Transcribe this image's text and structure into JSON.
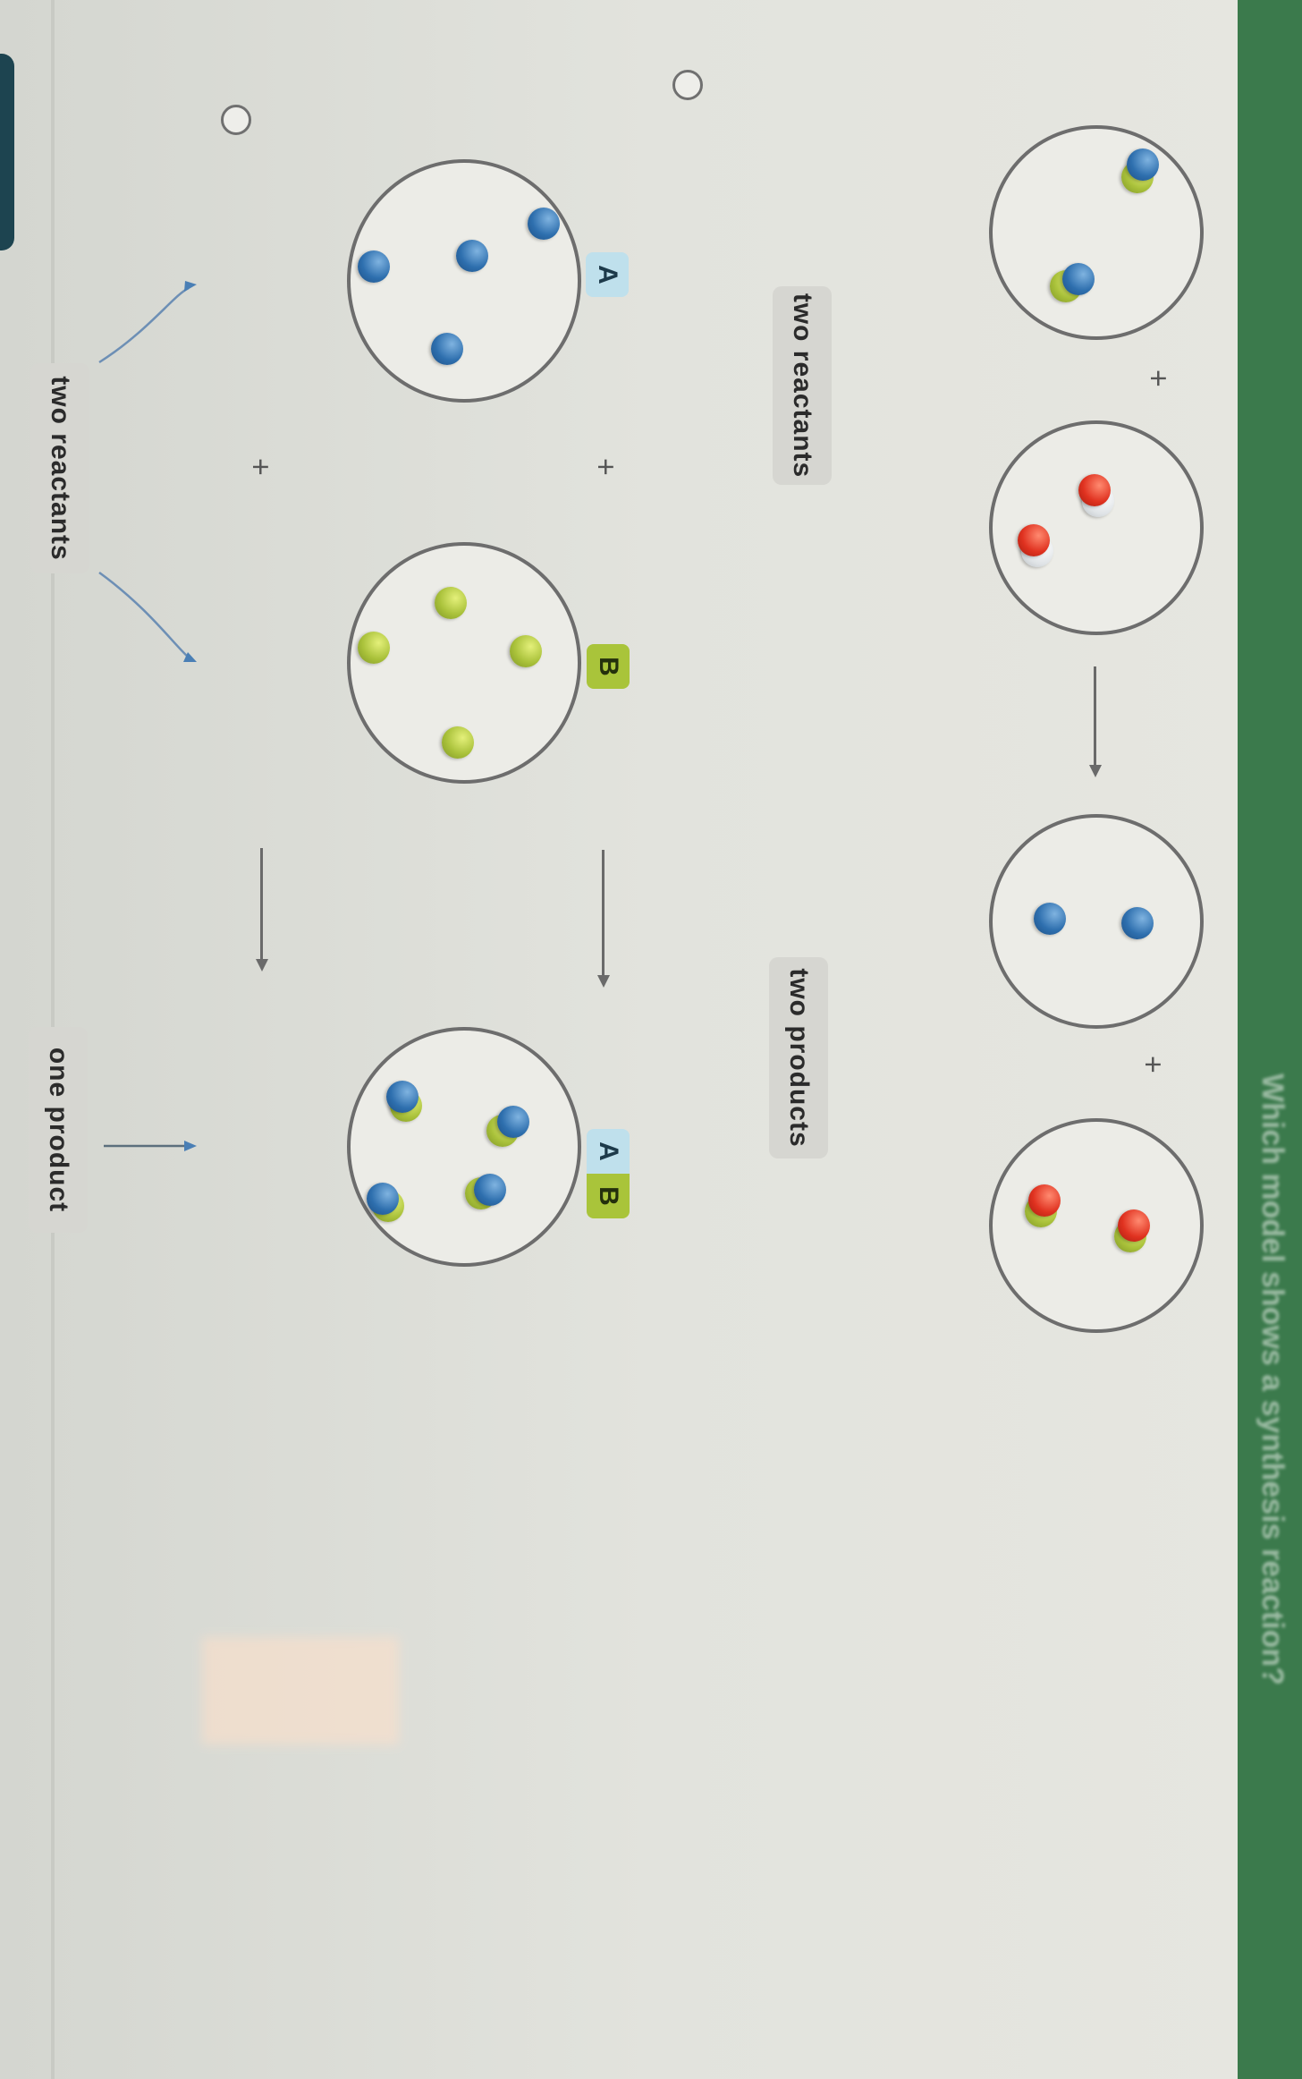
{
  "header": {
    "title": "Which model shows a synthesis reaction?",
    "color": "#3b7a4c"
  },
  "options": [
    {
      "id": "option-1",
      "radio_selected": false,
      "wells": [
        {
          "role": "reactant",
          "contents": "2 × AB molecule (blue + green)"
        },
        {
          "role": "reactant",
          "contents": "2 × red-white molecule"
        },
        {
          "role": "product",
          "contents": "2 × blue atom"
        },
        {
          "role": "product",
          "contents": "2 × red-green molecule"
        }
      ],
      "operators": [
        "+",
        "→",
        "+"
      ]
    },
    {
      "id": "option-2",
      "radio_selected": false,
      "wells": [
        {
          "role": "reactant",
          "contents": "4 × blue atom (A)"
        },
        {
          "role": "reactant",
          "contents": "4 × green atom (B)"
        },
        {
          "role": "product",
          "contents": "4 × AB molecule"
        }
      ],
      "operators": [
        "+",
        "→"
      ]
    }
  ],
  "annotations": {
    "reactants_label_top": "two reactants",
    "products_label_top": "two products",
    "reactants_label_bottom": "two reactants",
    "product_label_bottom": "one product",
    "badge_a": "A",
    "badge_b": "B",
    "badge_ab_a": "A",
    "badge_ab_b": "B",
    "plus": "+",
    "arrow": "→"
  },
  "colors": {
    "atom_a_blue": "#2e6fae",
    "atom_b_green": "#a9c13a",
    "atom_red": "#e03220",
    "badge_a_bg": "#bfe0ec",
    "badge_b_bg": "#a9c43a",
    "connector_blue": "#4a7fb5"
  }
}
